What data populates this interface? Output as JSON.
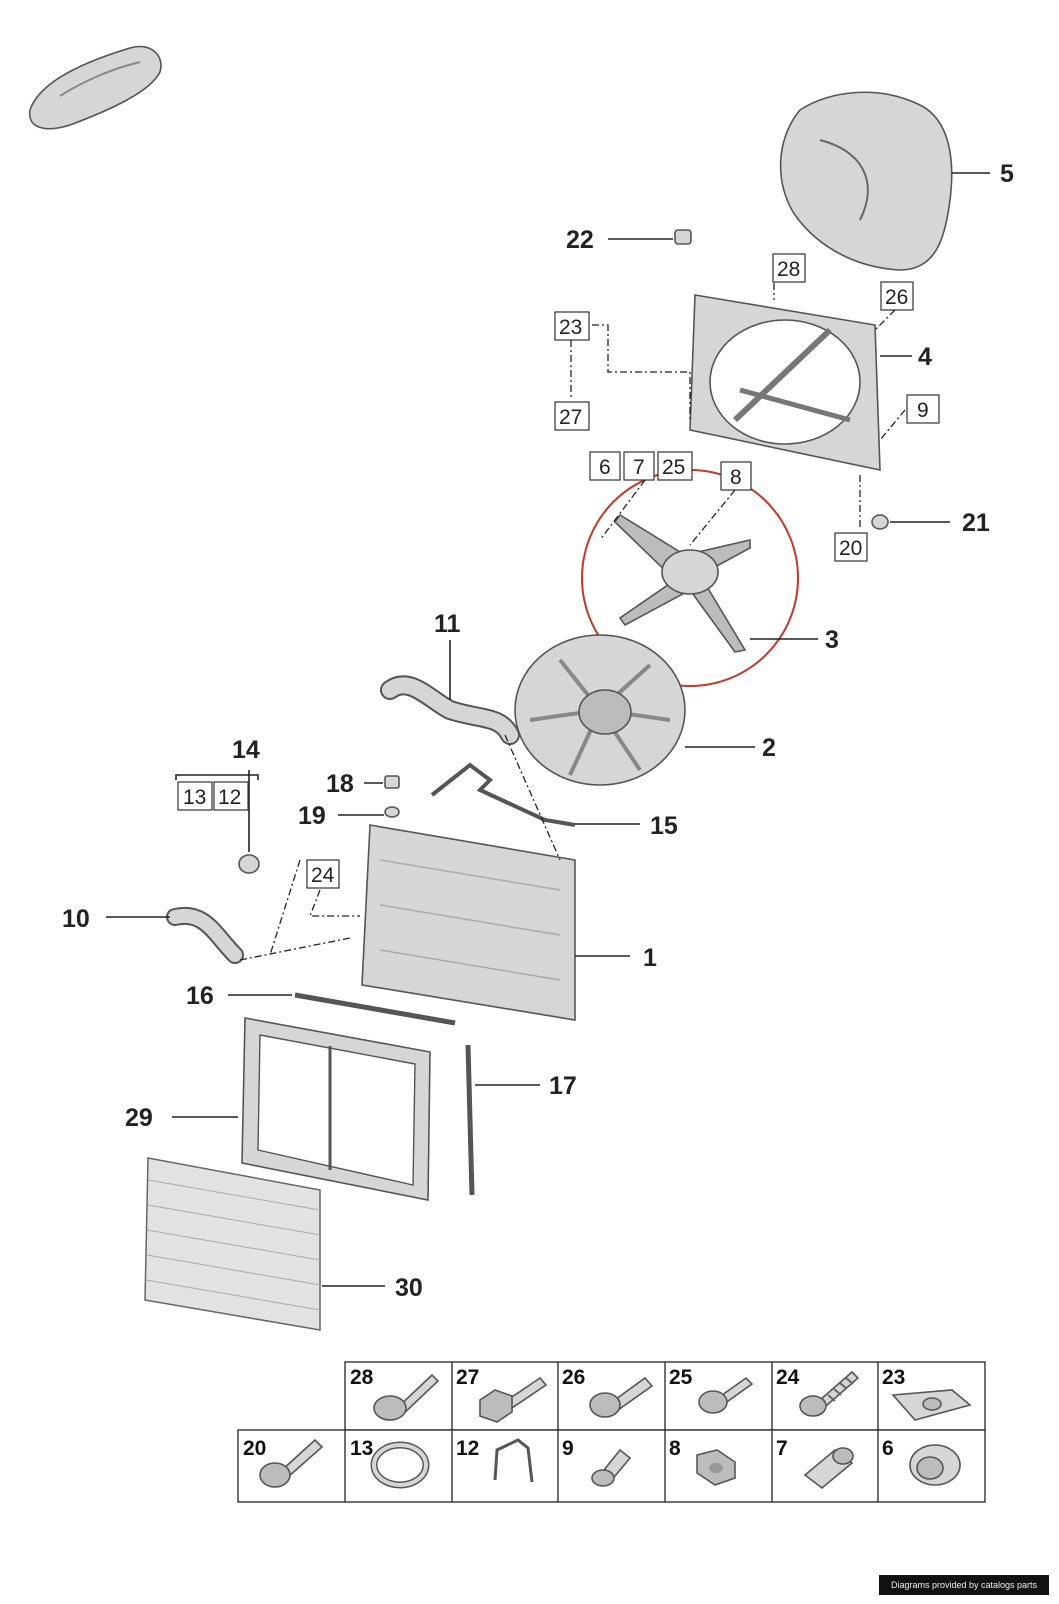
{
  "callouts": {
    "c1": "1",
    "c2": "2",
    "c3": "3",
    "c4": "4",
    "c5": "5",
    "c10": "10",
    "c11": "11",
    "c14": "14",
    "c15": "15",
    "c16": "16",
    "c17": "17",
    "c18": "18",
    "c19": "19",
    "c21": "21",
    "c22": "22",
    "c29": "29",
    "c30": "30"
  },
  "boxed_labels": {
    "b28": "28",
    "b26": "26",
    "b23": "23",
    "b27": "27",
    "b9": "9",
    "b6": "6",
    "b7": "7",
    "b25": "25",
    "b8": "8",
    "b20": "20",
    "b13": "13",
    "b12": "12",
    "b24": "24"
  },
  "fastener_grid": {
    "row1": [
      "28",
      "27",
      "26",
      "25",
      "24",
      "23"
    ],
    "row2": [
      "20",
      "13",
      "12",
      "9",
      "8",
      "7",
      "6"
    ]
  },
  "highlight": {
    "color": "#c0392b",
    "part": "3"
  },
  "footer_text": "Diagrams provided by catalogs parts"
}
